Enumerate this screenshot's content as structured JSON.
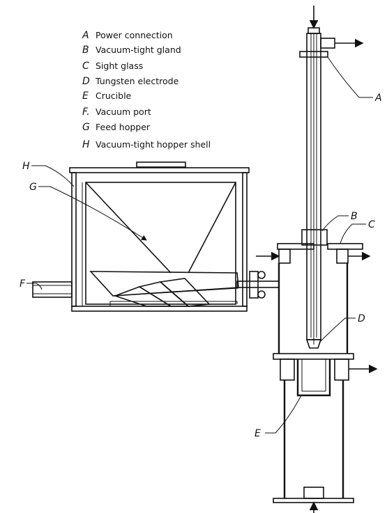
{
  "legend": [
    {
      "letter": "A",
      "text": "Power connection"
    },
    {
      "letter": "B",
      "text": "Vacuum-tight gland"
    },
    {
      "letter": "C",
      "text": "Sight glass"
    },
    {
      "letter": "D",
      "text": "Tungsten electrode"
    },
    {
      "letter": "E",
      "text": "Crucible"
    },
    {
      "letter": "F.",
      "text": "Vacuum port"
    },
    {
      "letter": "G",
      "text": "Feed hopper"
    },
    {
      "letter": "H",
      "text": "Vacuum-tight hopper shell"
    }
  ],
  "callouts": {
    "a": "A",
    "b": "B",
    "c": "C",
    "d": "D",
    "e": "E",
    "f": "F",
    "g": "G",
    "h": "H"
  }
}
